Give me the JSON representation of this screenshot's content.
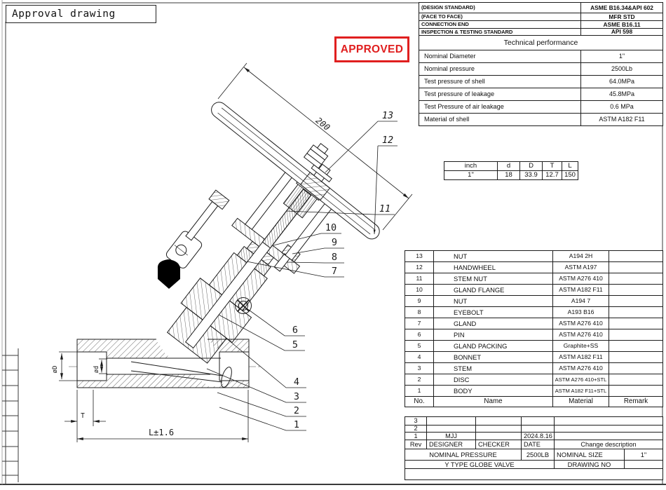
{
  "colors": {
    "stamp_red": "#e01f1f",
    "line": "#1c1c1c"
  },
  "header": {
    "title_box": "Approval drawing",
    "stamp": "APPROVED"
  },
  "standards": {
    "rows": [
      {
        "label": "(DESIGN STANDARD)",
        "value": "ASME B16.34&API 602"
      },
      {
        "label": "(FACE TO FACE)",
        "value": "MFR STD"
      },
      {
        "label": "CONNECTION END",
        "value": "ASME B16.11"
      },
      {
        "label": "INSPECTION & TESTING STANDARD",
        "value": "API 598"
      }
    ]
  },
  "performance": {
    "title": "Technical performance",
    "rows": [
      {
        "label": "Nominal Diameter",
        "value": "1\""
      },
      {
        "label": "Nominal pressure",
        "value": "2500Lb"
      },
      {
        "label": "Test pressure of shell",
        "value": "64.0MPa"
      },
      {
        "label": "Test pressure of leakage",
        "value": "45.8MPa"
      },
      {
        "label": "Test Pressure of air leakage",
        "value": "0.6 MPa"
      },
      {
        "label": "Material of shell",
        "value": "ASTM A182 F11"
      }
    ]
  },
  "dims_table": {
    "headers": [
      "inch",
      "d",
      "D",
      "T",
      "L"
    ],
    "values": [
      "1\"",
      "18",
      "33.9",
      "12.7",
      "150"
    ]
  },
  "parts": {
    "header": {
      "no": "No.",
      "name": "Name",
      "material": "Material",
      "remark": "Remark"
    },
    "rows": [
      {
        "no": "13",
        "name": "NUT",
        "material": "A194 2H",
        "remark": ""
      },
      {
        "no": "12",
        "name": "HANDWHEEL",
        "material": "ASTM A197",
        "remark": ""
      },
      {
        "no": "11",
        "name": "STEM NUT",
        "material": "ASTM A276 410",
        "remark": ""
      },
      {
        "no": "10",
        "name": "GLAND FLANGE",
        "material": "ASTM A182 F11",
        "remark": ""
      },
      {
        "no": "9",
        "name": "NUT",
        "material": "A194 7",
        "remark": ""
      },
      {
        "no": "8",
        "name": "EYEBOLT",
        "material": "A193 B16",
        "remark": ""
      },
      {
        "no": "7",
        "name": "GLAND",
        "material": "ASTM A276 410",
        "remark": ""
      },
      {
        "no": "6",
        "name": "PIN",
        "material": "ASTM A276 410",
        "remark": ""
      },
      {
        "no": "5",
        "name": "GLAND PACKING",
        "material": "Graphite+SS",
        "remark": ""
      },
      {
        "no": "4",
        "name": "BONNET",
        "material": "ASTM A182 F11",
        "remark": ""
      },
      {
        "no": "3",
        "name": "STEM",
        "material": "ASTM A276 410",
        "remark": ""
      },
      {
        "no": "2",
        "name": "DISC",
        "material": "ASTM A276 410+STL",
        "remark": ""
      },
      {
        "no": "1",
        "name": "BODY",
        "material": "ASTM A182 F11+STL",
        "remark": ""
      }
    ]
  },
  "revisions": {
    "header": {
      "rev": "Rev",
      "designer": "DESIGNER",
      "checker": "CHECKER",
      "date": "DATE",
      "change": "Change description"
    },
    "rows": [
      {
        "rev": "3",
        "designer": "",
        "checker": "",
        "date": "",
        "change": ""
      },
      {
        "rev": "2",
        "designer": "",
        "checker": "",
        "date": "",
        "change": ""
      },
      {
        "rev": "1",
        "designer": "MJJ",
        "checker": "",
        "date": "2024.8.16",
        "change": ""
      }
    ]
  },
  "title_block": {
    "pressure_label": "NOMINAL PRESSURE",
    "pressure_value": "2500LB",
    "size_label": "NOMINAL SIZE",
    "size_value": "1\"",
    "product": "Y TYPE GLOBE VALVE",
    "drawing_no_label": "DRAWING NO",
    "drawing_no_value": ""
  },
  "drawing": {
    "dim_handwheel": "200",
    "dim_length": "L±1.6",
    "dim_thickness": "T",
    "dim_bore_outer": "øD",
    "dim_bore_inner": "ød",
    "callouts": {
      "c1": "1",
      "c2": "2",
      "c3": "3",
      "c4": "4",
      "c5": "5",
      "c6": "6",
      "c7": "7",
      "c8": "8",
      "c9": "9",
      "c10": "10",
      "c11": "11",
      "c12": "12",
      "c13": "13"
    }
  }
}
